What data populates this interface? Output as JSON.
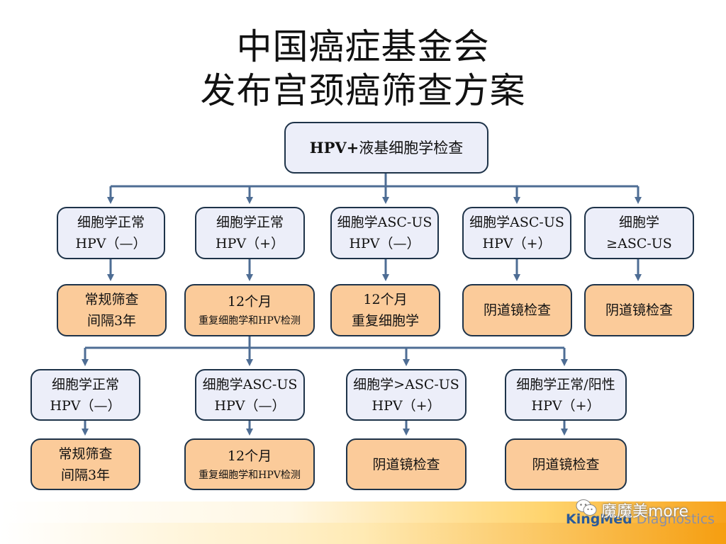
{
  "title": {
    "line1": "中国癌症基金会",
    "line2": "发布宫颈癌筛查方案"
  },
  "root": {
    "bold": "HPV+",
    "text": "液基细胞学检查"
  },
  "level1": [
    {
      "line1": "细胞学正常",
      "line2": "HPV（—）"
    },
    {
      "line1": "细胞学正常",
      "line2": "HPV（+）"
    },
    {
      "line1": "细胞学ASC-US",
      "line2": "HPV（—）"
    },
    {
      "line1": "细胞学ASC-US",
      "line2": "HPV（+）"
    },
    {
      "line1": "细胞学",
      "line2": "≥ASC-US"
    }
  ],
  "action1": [
    {
      "line1": "常规筛查",
      "line2": "间隔3年"
    },
    {
      "line1": "12个月",
      "line2": "重复细胞学和HPV检测"
    },
    {
      "line1": "12个月",
      "line2": "重复细胞学"
    },
    {
      "line1": "阴道镜检查",
      "line2": ""
    },
    {
      "line1": "阴道镜检查",
      "line2": ""
    }
  ],
  "level2": [
    {
      "line1": "细胞学正常",
      "line2": "HPV（—）"
    },
    {
      "line1": "细胞学ASC-US",
      "line2": "HPV（—）"
    },
    {
      "line1": "细胞学>ASC-US",
      "line2": "HPV（+）"
    },
    {
      "line1": "细胞学正常/阳性",
      "line2": "HPV（+）"
    }
  ],
  "action2": [
    {
      "line1": "常规筛查",
      "line2": "间隔3年"
    },
    {
      "line1": "12个月",
      "line2": "重复细胞学和HPV检测"
    },
    {
      "line1": "阴道镜检查",
      "line2": ""
    },
    {
      "line1": "阴道镜检查",
      "line2": ""
    }
  ],
  "footer": {
    "logo_bold": "KingMed",
    "logo_light": " Diagnostics",
    "watermark": "魔魔美more",
    "watermark_icon": "wechat-icon"
  },
  "colors": {
    "condition_fill": "#eceef9",
    "action_fill": "#fbcb9a",
    "border": "#1e3349",
    "arrow": "#4e6d94"
  }
}
